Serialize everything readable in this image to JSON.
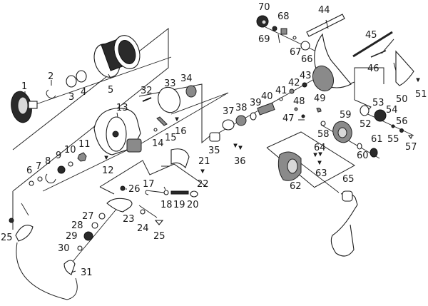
{
  "diagram": {
    "type": "exploded-parts-diagram",
    "subject": "spinning fishing reel",
    "background_color": "#ffffff",
    "line_color": "#222222",
    "parts": [
      {
        "id": "p1",
        "label": "1",
        "name": "spool-drag-knob"
      },
      {
        "id": "p2",
        "label": "2",
        "name": "spring-clip"
      },
      {
        "id": "p3",
        "label": "3",
        "name": "washer"
      },
      {
        "id": "p4",
        "label": "4",
        "name": "washer"
      },
      {
        "id": "p5",
        "label": "5",
        "name": "spool"
      },
      {
        "id": "p6",
        "label": "6",
        "name": "washer"
      },
      {
        "id": "p7",
        "label": "7",
        "name": "washer"
      },
      {
        "id": "p8",
        "label": "8",
        "name": "spring"
      },
      {
        "id": "p9",
        "label": "9",
        "name": "collar"
      },
      {
        "id": "p10",
        "label": "10",
        "name": "washer"
      },
      {
        "id": "p11",
        "label": "11",
        "name": "nut"
      },
      {
        "id": "p12",
        "label": "12",
        "name": "screw"
      },
      {
        "id": "p13",
        "label": "13",
        "name": "rotor"
      },
      {
        "id": "p14",
        "label": "14",
        "name": "washer"
      },
      {
        "id": "p15",
        "label": "15",
        "name": "pin"
      },
      {
        "id": "p16",
        "label": "16",
        "name": "screw"
      },
      {
        "id": "p17",
        "label": "17",
        "name": "bail-wire-lever"
      },
      {
        "id": "p18",
        "label": "18",
        "name": "collar"
      },
      {
        "id": "p19",
        "label": "19",
        "name": "spring"
      },
      {
        "id": "p20",
        "label": "20",
        "name": "cap"
      },
      {
        "id": "p21",
        "label": "21",
        "name": "cover"
      },
      {
        "id": "p22",
        "label": "22",
        "name": "screw"
      },
      {
        "id": "p23",
        "label": "23",
        "name": "bail-arm"
      },
      {
        "id": "p24",
        "label": "24",
        "name": "washer"
      },
      {
        "id": "p25a",
        "label": "25",
        "name": "screw"
      },
      {
        "id": "p25b",
        "label": "25",
        "name": "screw"
      },
      {
        "id": "p26",
        "label": "26",
        "name": "screw"
      },
      {
        "id": "p27",
        "label": "27",
        "name": "collar"
      },
      {
        "id": "p28",
        "label": "28",
        "name": "bushing"
      },
      {
        "id": "p29",
        "label": "29",
        "name": "line-roller"
      },
      {
        "id": "p30",
        "label": "30",
        "name": "washer"
      },
      {
        "id": "p31",
        "label": "31",
        "name": "bail-wire-assembly"
      },
      {
        "id": "p32",
        "label": "32",
        "name": "screws"
      },
      {
        "id": "p33",
        "label": "33",
        "name": "plate"
      },
      {
        "id": "p34",
        "label": "34",
        "name": "nut"
      },
      {
        "id": "p35",
        "label": "35",
        "name": "collar"
      },
      {
        "id": "p36",
        "label": "36",
        "name": "screws"
      },
      {
        "id": "p37",
        "label": "37",
        "name": "clutch"
      },
      {
        "id": "p38",
        "label": "38",
        "name": "bearing"
      },
      {
        "id": "p39",
        "label": "39",
        "name": "ring"
      },
      {
        "id": "p40",
        "label": "40",
        "name": "pinion-gear"
      },
      {
        "id": "p41",
        "label": "41",
        "name": "washer"
      },
      {
        "id": "p42",
        "label": "42",
        "name": "bushing"
      },
      {
        "id": "p43",
        "label": "43",
        "name": "nut"
      },
      {
        "id": "p44",
        "label": "44",
        "name": "reel-foot"
      },
      {
        "id": "p45",
        "label": "45",
        "name": "main-shaft"
      },
      {
        "id": "p46",
        "label": "46",
        "name": "pin"
      },
      {
        "id": "p47",
        "label": "47",
        "name": "pin"
      },
      {
        "id": "p48",
        "label": "48",
        "name": "spring"
      },
      {
        "id": "p49",
        "label": "49",
        "name": "stopper"
      },
      {
        "id": "p50",
        "label": "50",
        "name": "body-cover"
      },
      {
        "id": "p51",
        "label": "51",
        "name": "screw"
      },
      {
        "id": "p52",
        "label": "52",
        "name": "washer"
      },
      {
        "id": "p53",
        "label": "53",
        "name": "gear"
      },
      {
        "id": "p54",
        "label": "54",
        "name": "pin"
      },
      {
        "id": "p55",
        "label": "55",
        "name": "washer"
      },
      {
        "id": "p56",
        "label": "56",
        "name": "nut"
      },
      {
        "id": "p57",
        "label": "57",
        "name": "screw"
      },
      {
        "id": "p58",
        "label": "58",
        "name": "washer"
      },
      {
        "id": "p59",
        "label": "59",
        "name": "drive-gear"
      },
      {
        "id": "p60",
        "label": "60",
        "name": "washer"
      },
      {
        "id": "p61",
        "label": "61",
        "name": "bearing"
      },
      {
        "id": "p62",
        "label": "62",
        "name": "side-cover"
      },
      {
        "id": "p63",
        "label": "63",
        "name": "screw"
      },
      {
        "id": "p64",
        "label": "64",
        "name": "screws"
      },
      {
        "id": "p65",
        "label": "65",
        "name": "handle"
      },
      {
        "id": "p66",
        "label": "66",
        "name": "bearing"
      },
      {
        "id": "p67",
        "label": "67",
        "name": "washer"
      },
      {
        "id": "p68",
        "label": "68",
        "name": "collar"
      },
      {
        "id": "p69",
        "label": "69",
        "name": "washer"
      },
      {
        "id": "p70",
        "label": "70",
        "name": "cap"
      }
    ]
  }
}
